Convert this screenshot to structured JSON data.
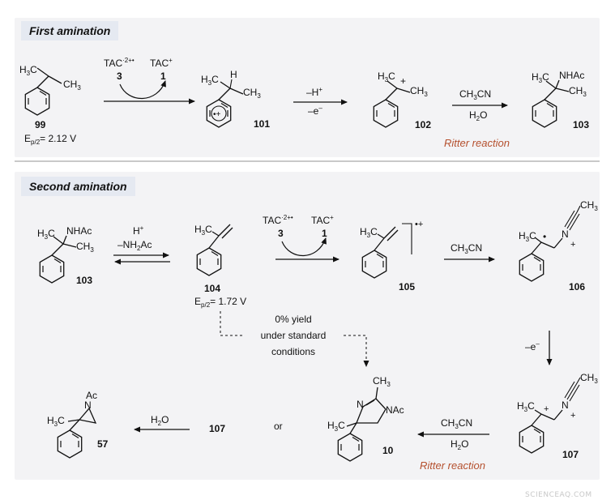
{
  "sections": {
    "first": {
      "title": "First amination"
    },
    "second": {
      "title": "Second amination"
    }
  },
  "labels": {
    "tac_rad": "TAC",
    "tac_rad_sup": "·2+•",
    "tac": "TAC",
    "tac_sup": "+",
    "cat3": "3",
    "cat1": "1",
    "minus_h": "–H",
    "h_sup": "+",
    "minus_e": "–e",
    "e_sup": "–",
    "ch3cn": "CH3CN",
    "h2o": "H2O",
    "ritter": "Ritter reaction",
    "h_plus": "H",
    "minus_nh2ac": "–NH2Ac",
    "yield_line1": "0% yield",
    "yield_line2": "under standard",
    "yield_line3": "conditions",
    "or": "or",
    "ep_99": "= 2.12 V",
    "ep_104": "= 1.72 V"
  },
  "compounds": {
    "c99": "99",
    "c101": "101",
    "c102": "102",
    "c103": "103",
    "c103b": "103",
    "c104": "104",
    "c105": "105",
    "c106": "106",
    "c107": "107",
    "c107b": "107",
    "c10": "10",
    "c57": "57"
  },
  "watermark": "SCIENCEAQ.COM"
}
